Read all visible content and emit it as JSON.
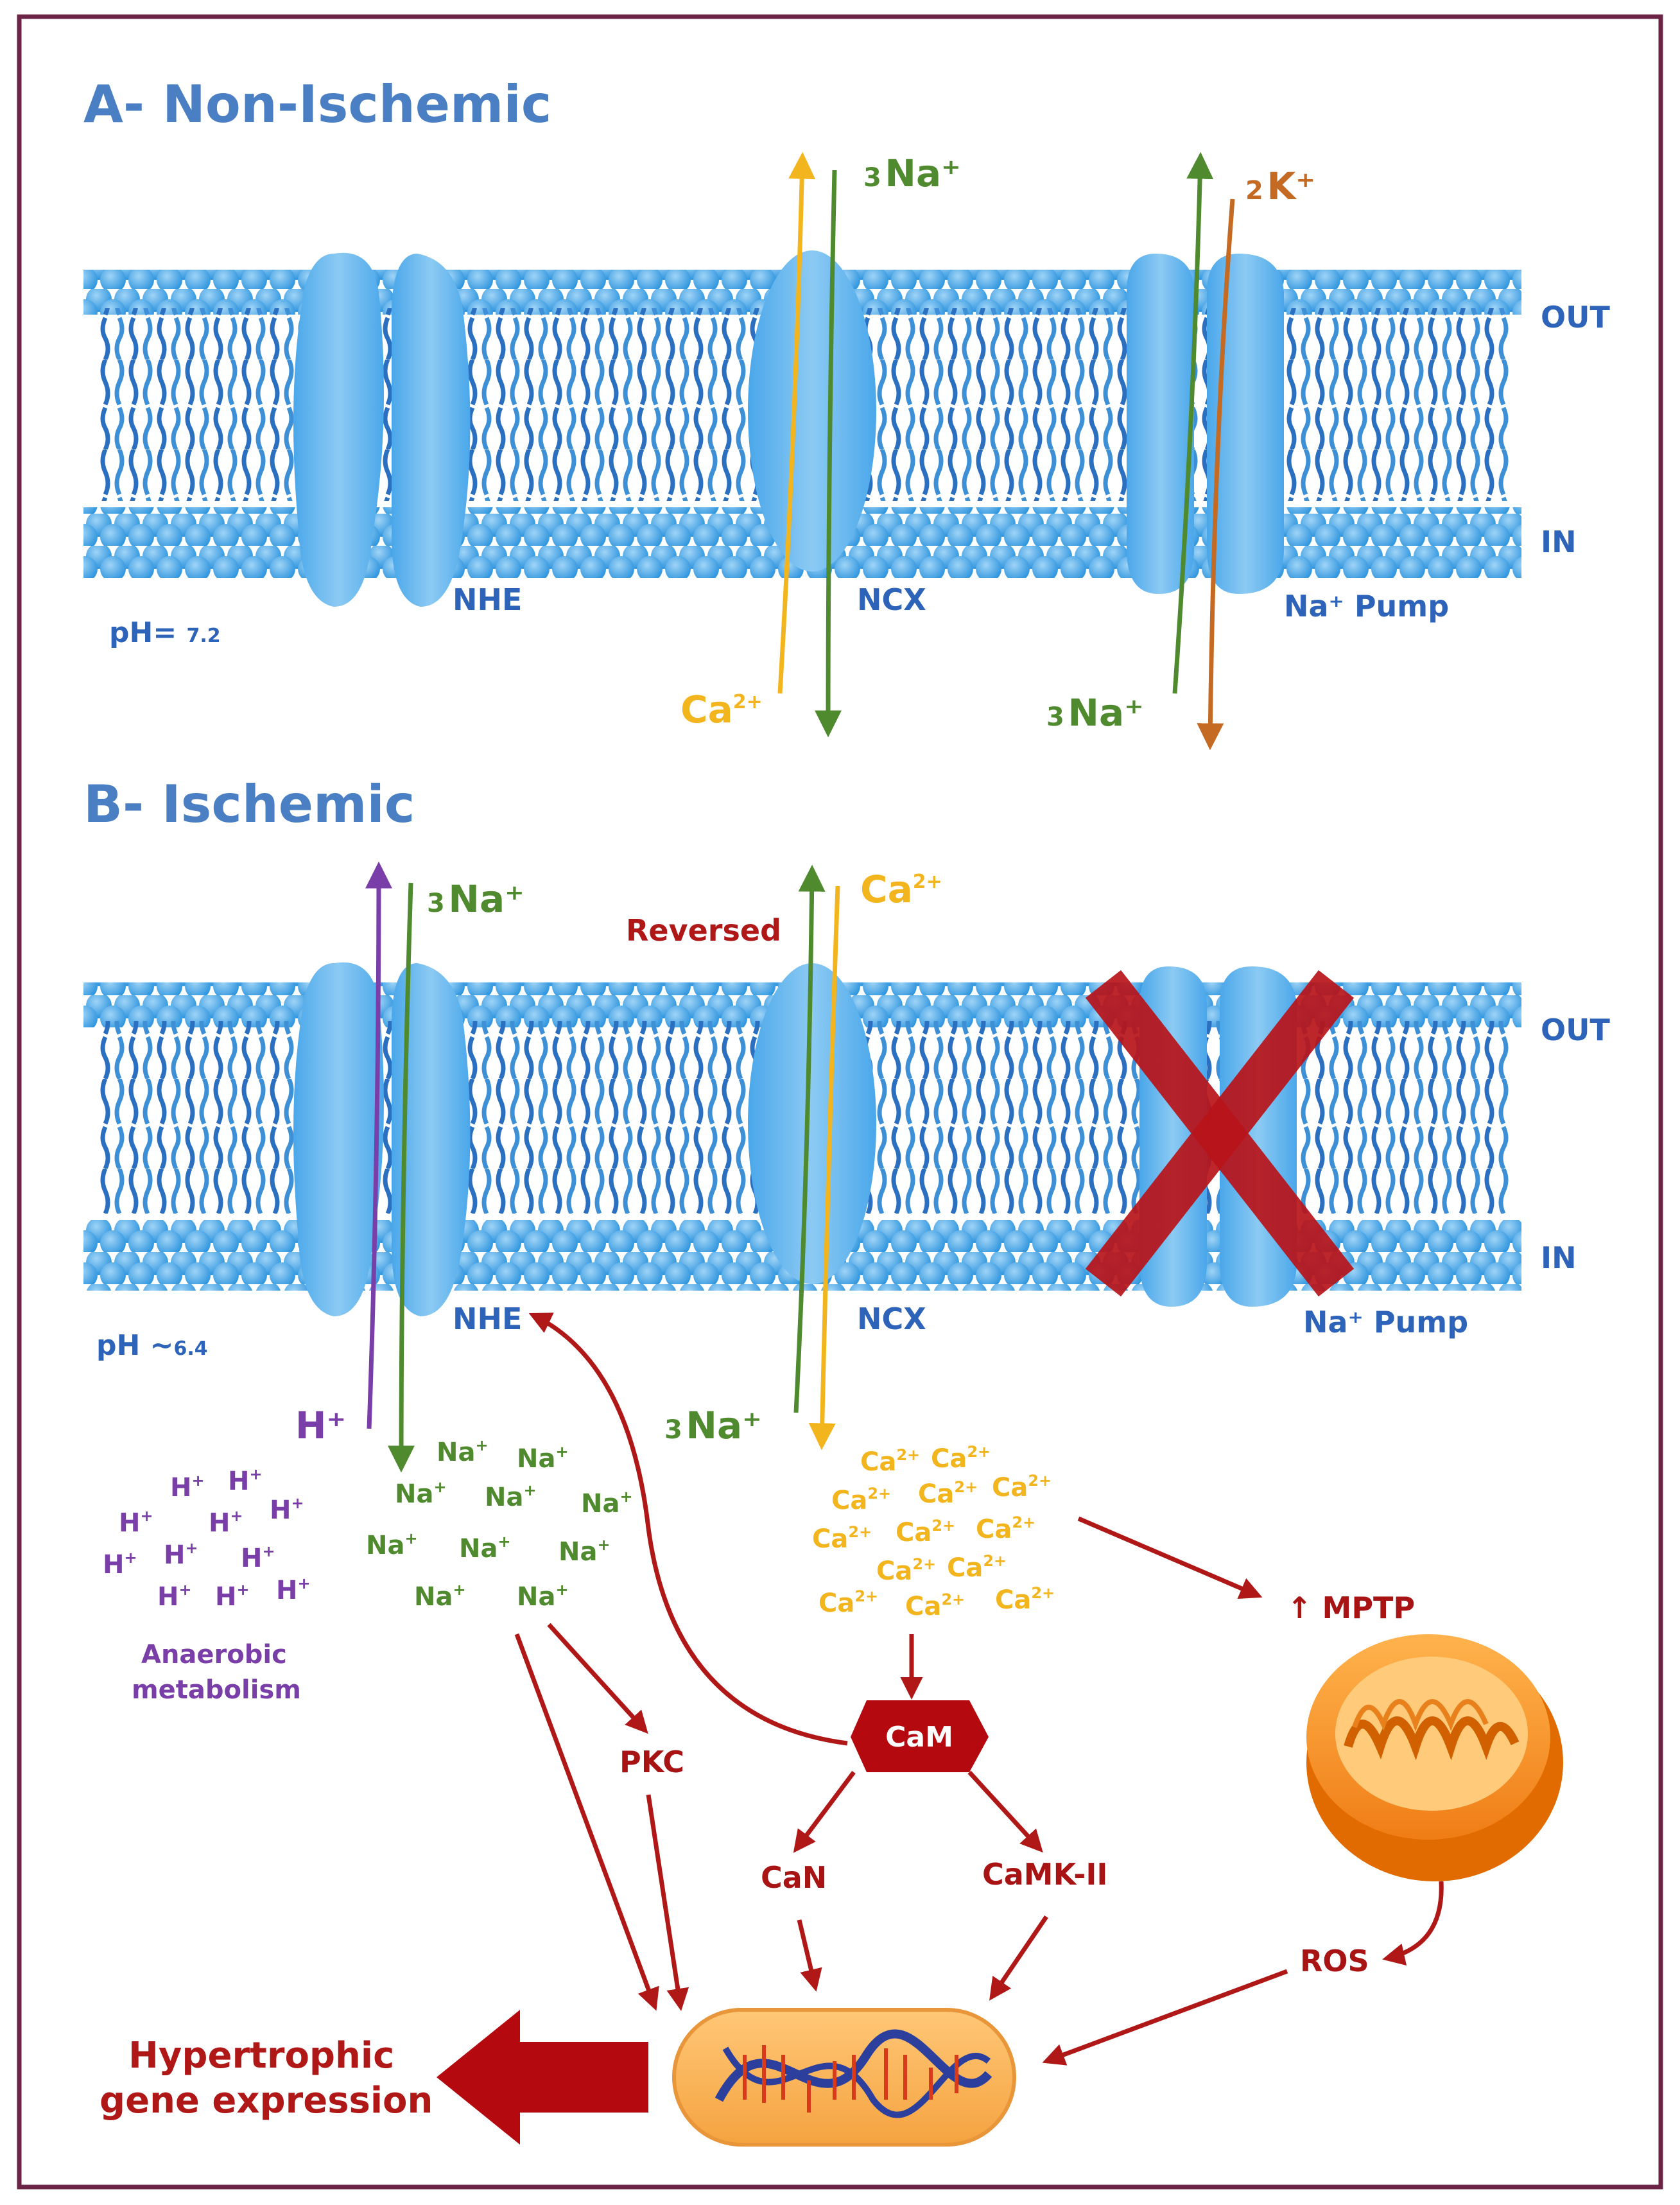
{
  "panel_a": {
    "title": "A- Non-Ischemic",
    "out_label": "OUT",
    "in_label": "IN",
    "ph_label": "pH=",
    "ph_value": "7.2",
    "nhe_label": "NHE",
    "ncx_label": "NCX",
    "pump_label": "Na⁺ Pump",
    "ncx_out_na": {
      "coef": "3",
      "ion": "Na⁺"
    },
    "ncx_in_ca": {
      "ion": "Ca",
      "sup": "2+"
    },
    "pump_out_k": {
      "coef": "2",
      "ion": "K⁺"
    },
    "pump_in_na": {
      "coef": "3",
      "ion": "Na⁺"
    }
  },
  "panel_b": {
    "title": "B- Ischemic",
    "out_label": "OUT",
    "in_label": "IN",
    "ph_label": "pH ~",
    "ph_value": "6.4",
    "nhe_label": "NHE",
    "ncx_label": "NCX",
    "pump_label": "Na⁺ Pump",
    "reversed_label": "Reversed",
    "nhe_out_na": {
      "coef": "3",
      "ion": "Na⁺"
    },
    "nhe_in_h": {
      "ion": "H⁺"
    },
    "ncx_out_ca": {
      "ion": "Ca",
      "sup": "2+"
    },
    "ncx_in_na": {
      "coef": "3",
      "ion": "Na⁺"
    },
    "h_cloud": {
      "ion": "H",
      "sup": "+"
    },
    "na_cloud": {
      "ion": "Na",
      "sup": "+"
    },
    "ca_cloud": {
      "ion": "Ca",
      "sup": "2+"
    },
    "anaerobic_line1": "Anaerobic",
    "anaerobic_line2": "metabolism",
    "pkc": "PKC",
    "cam": "CaM",
    "can": "CaN",
    "camk": "CaMK-II",
    "mptp": "↑ MPTP",
    "ros": "ROS",
    "hyper_line1": "Hypertrophic",
    "hyper_line2": "gene expression"
  },
  "colors": {
    "membrane": "#3aa3e6",
    "protein": "#6cbcef",
    "sodium": "#4f8a2e",
    "calcium": "#f2b51e",
    "potassium": "#c46a23",
    "proton": "#7a3ea8",
    "pathway": "#b01818",
    "frame": "#6b2346"
  }
}
